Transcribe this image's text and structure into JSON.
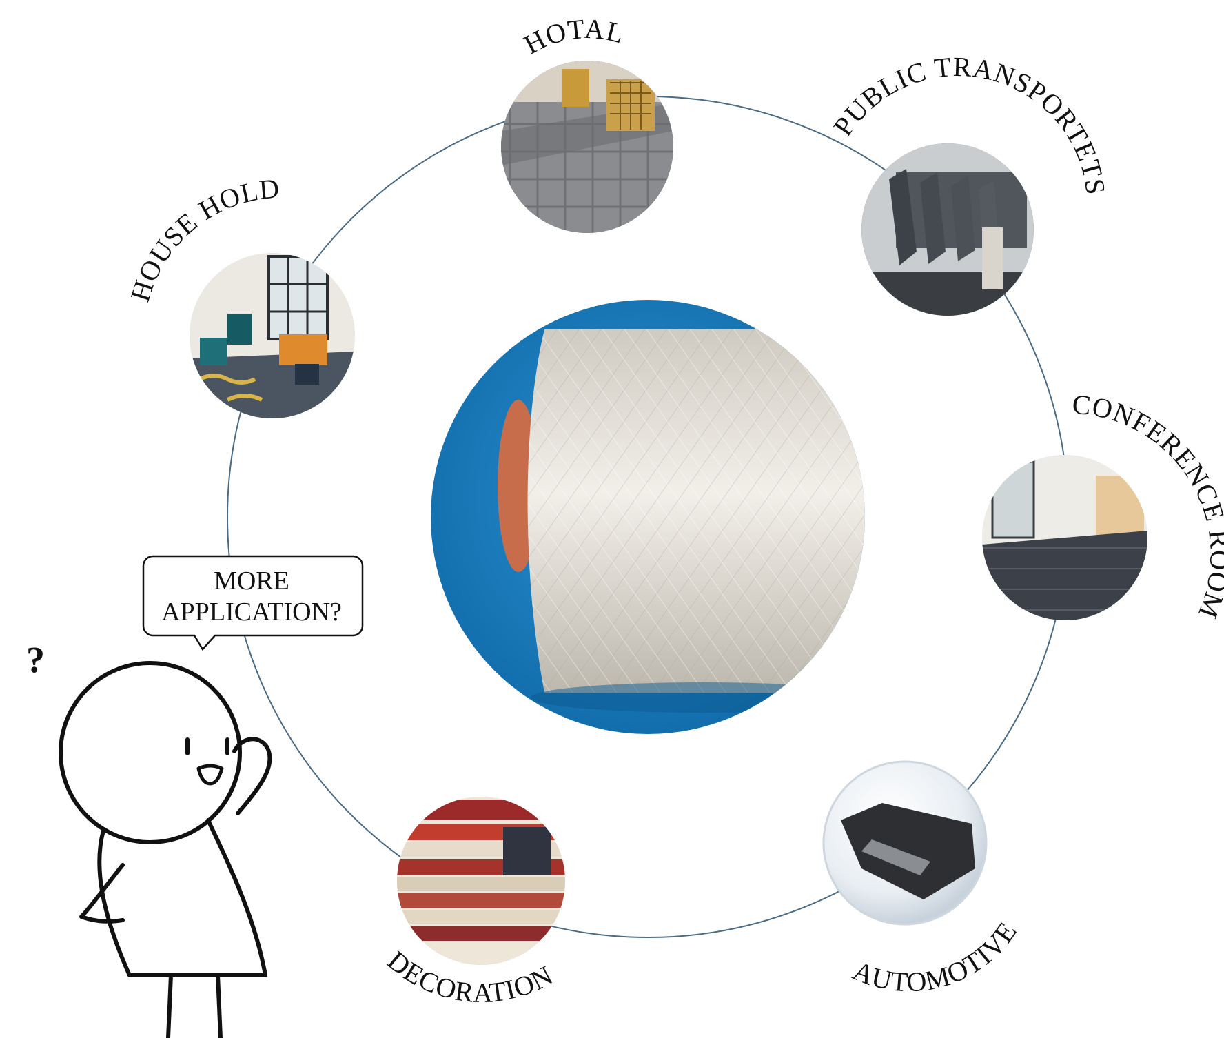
{
  "center": {
    "image": "yarn-cone-photo",
    "background": "#1a7fc0"
  },
  "applications": [
    {
      "id": "hotal",
      "label": "HOTAL",
      "image": "hotel-lobby-carpet-photo"
    },
    {
      "id": "public-transports",
      "label": "PUBLIC TRANSPORTETS",
      "image": "aircraft-cabin-seats-photo"
    },
    {
      "id": "conference-room",
      "label": "CONFERENCE ROOM",
      "image": "office-corridor-carpet-photo"
    },
    {
      "id": "automotive",
      "label": "AUTOMOTIVE",
      "image": "car-floor-mat-photo"
    },
    {
      "id": "decoration",
      "label": "DECORATION",
      "image": "stacked-rugs-photo"
    },
    {
      "id": "house-hold",
      "label": "HOUSE HOLD",
      "image": "living-room-carpet-photo"
    }
  ],
  "speech_bubble": {
    "line1": "MORE",
    "line2": "APPLICATION?"
  },
  "question_mark": "?",
  "colors": {
    "ring": "#4a6b86",
    "outline": "#111111"
  }
}
